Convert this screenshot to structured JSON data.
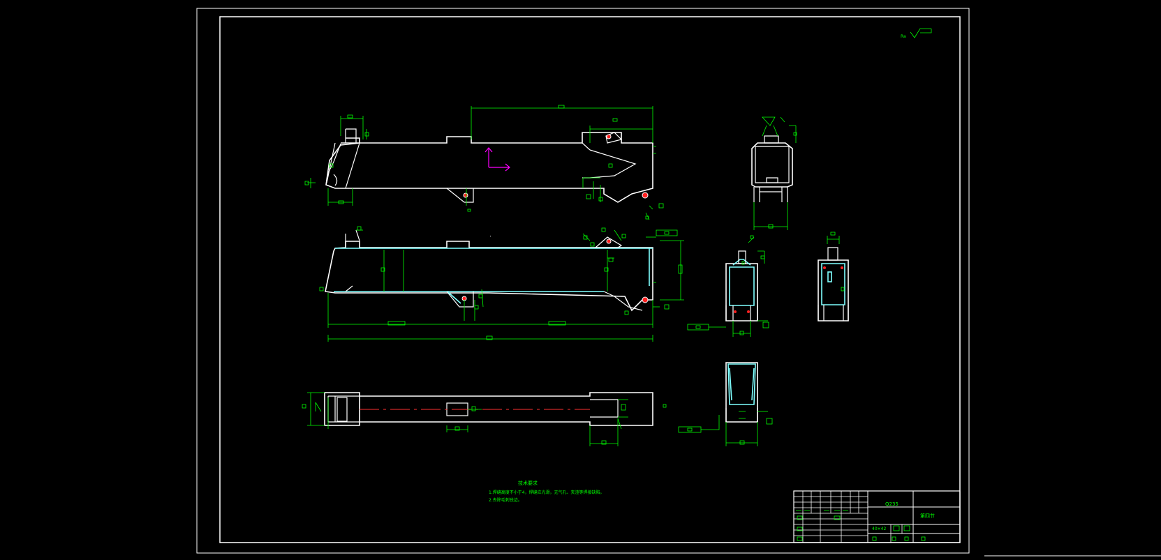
{
  "title_block": {
    "material_code": "Q235",
    "scale_text": "40×42",
    "part_name": "第四节"
  },
  "tech_requirements": {
    "heading": "技术要求",
    "line1": "1.焊缝高度不小于4，焊缝应光滑，无气孔、夹渣等焊接缺陷。",
    "line2": "2.去除毛刺锐边。"
  },
  "surface_finish": {
    "note": "Ra"
  },
  "colors": {
    "outline": "#ffffff",
    "dimension": "#00ff00",
    "section": "#7fffff",
    "centerline": "#ff3030",
    "axis": "#ff00ff"
  }
}
